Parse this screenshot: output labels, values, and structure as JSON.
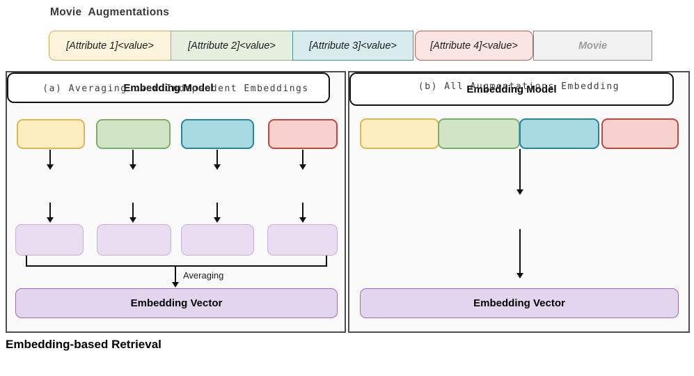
{
  "page": {
    "heading": "Movie Augmentations",
    "footer": "Embedding-based Retrieval"
  },
  "augmentation_strip": {
    "items": [
      {
        "label": "[Attribute 1]<value>",
        "fill": "#FBF4DA",
        "border": "#CDAD60"
      },
      {
        "label": "[Attribute 2]<value>",
        "fill": "#E6EFDF",
        "border": "#8FB284"
      },
      {
        "label": "[Attribute 3]<value>",
        "fill": "#D8ECEE",
        "border": "#43929E"
      },
      {
        "label": "[Attribute 4]<value>",
        "fill": "#FBE6E3",
        "border": "#C05B53"
      },
      {
        "label": "Movie",
        "fill": "#F2F2F2",
        "border": "#8A8A8A"
      }
    ]
  },
  "panel_a": {
    "title": "(a) Averaging over Independent Embeddings",
    "model_label": "Embedding Model",
    "averaging_label": "Averaging",
    "vector_label": "Embedding Vector"
  },
  "panel_b": {
    "title": "(b) All Augmentations Embedding",
    "model_label": "Embedding Model",
    "vector_label": "Embedding Vector"
  },
  "colors": {
    "aug1_fill": "#FCEEC0",
    "aug1_border": "#E0B64F",
    "aug2_fill": "#D2E4C6",
    "aug2_border": "#7FAD6B",
    "aug3_fill": "#A7D9E1",
    "aug3_border": "#23869A",
    "aug4_fill": "#F6D1CD",
    "aug4_border": "#C2473F",
    "embedding_fill": "#E9DEF1",
    "embedding_border": "#C9AEDA",
    "vector_fill": "#E4D5EE",
    "vector_border": "#9B6FB5",
    "panel_bg": "#FAFAFA",
    "panel_border": "#4d4d4d"
  }
}
